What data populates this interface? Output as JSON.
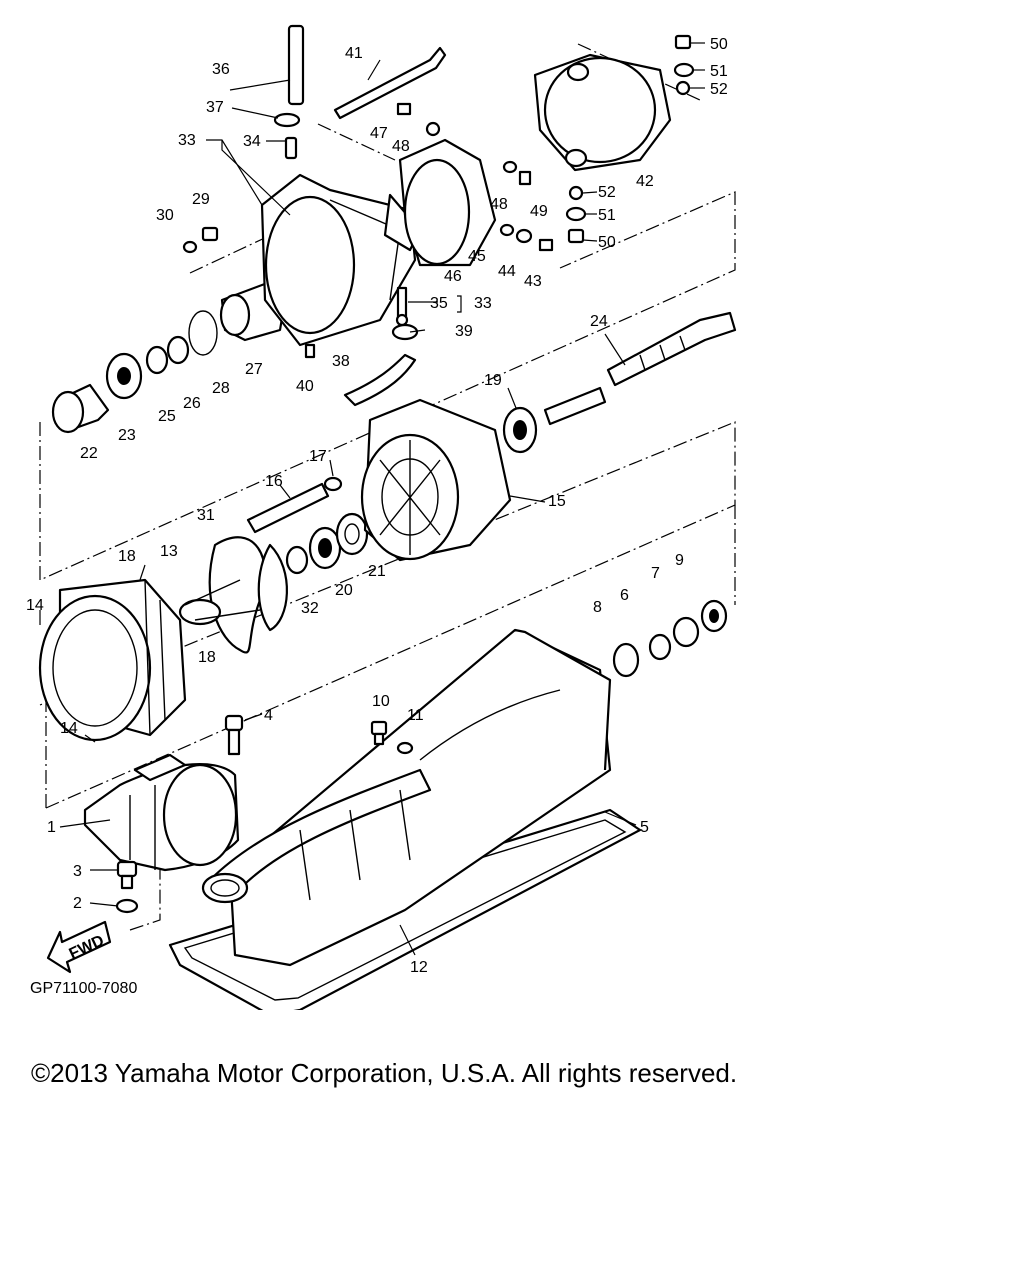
{
  "diagram": {
    "code": "GP71100-7080",
    "direction_arrow_text": "FWD",
    "part_numbers": [
      "1",
      "2",
      "3",
      "4",
      "5",
      "6",
      "7",
      "8",
      "9",
      "10",
      "11",
      "12",
      "13",
      "14",
      "14",
      "15",
      "16",
      "17",
      "18",
      "18",
      "19",
      "20",
      "21",
      "22",
      "23",
      "24",
      "25",
      "26",
      "27",
      "28",
      "29",
      "30",
      "31",
      "32",
      "33",
      "33",
      "34",
      "35",
      "36",
      "37",
      "38",
      "39",
      "40",
      "41",
      "42",
      "43",
      "44",
      "45",
      "46",
      "47",
      "48",
      "48",
      "49",
      "50",
      "50",
      "51",
      "51",
      "52",
      "52"
    ]
  },
  "footer": {
    "copyright": "©2013 Yamaha Motor Corporation, U.S.A. All rights reserved."
  }
}
